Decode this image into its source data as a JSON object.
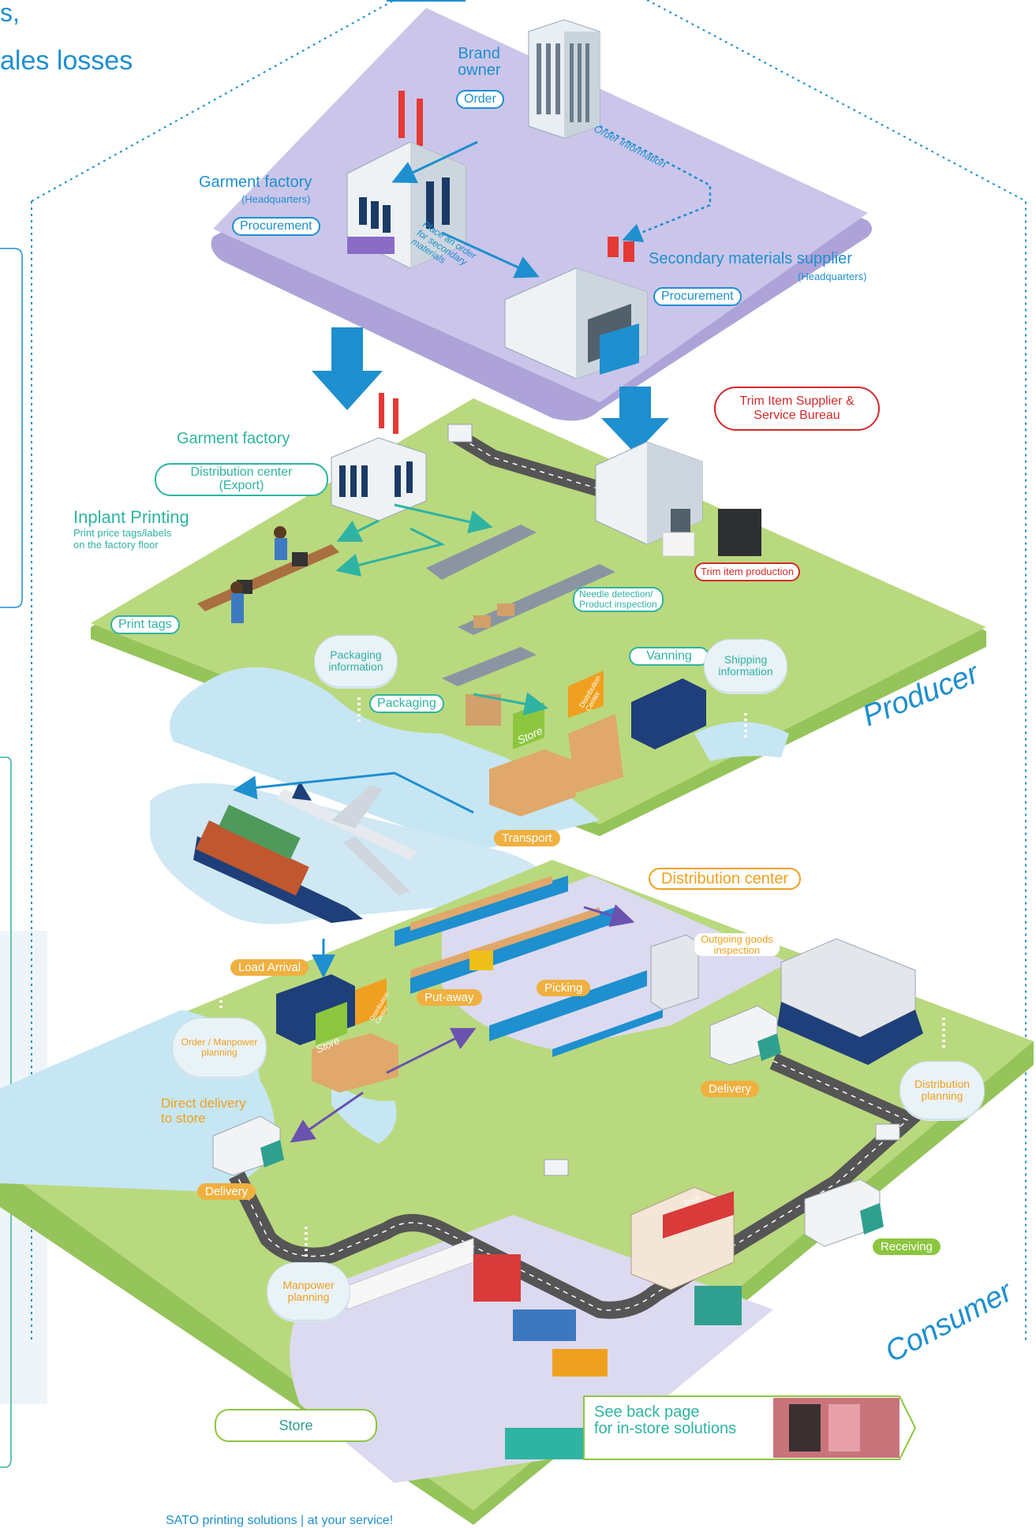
{
  "header": {
    "line1": "s,",
    "line2": "ales losses"
  },
  "top_tier": {
    "brand_owner": "Brand\nowner",
    "order": "Order",
    "order_information": "Order information",
    "garment_factory_hq": "Garment factory",
    "headquarters1": "(Headquarters)",
    "procurement1": "Procurement",
    "place_order": "Place an order\nfor secondary\nmaterials",
    "secondary_supplier": "Secondary materials supplier",
    "headquarters2": "(Headquarters)",
    "procurement2": "Procurement"
  },
  "producer": {
    "trim_supplier": "Trim Item Supplier &\nService Bureau",
    "garment_factory": "Garment factory",
    "distribution_center_export": "Distribution center\n(Export)",
    "inplant_printing": "Inplant Printing",
    "inplant_desc": "Print price tags/labels\non the factory floor",
    "trim_production": "Trim item production",
    "needle_detection": "Needle detection/\nProduct inspection",
    "print_tags": "Print tags",
    "packaging_information": "Packaging\ninformation",
    "vanning": "Vanning",
    "shipping_information": "Shipping\ninformation",
    "packaging": "Packaging",
    "store_box": "Store",
    "distribution_box": "Distribution\nCenter",
    "tier_label": "Producer"
  },
  "transport": {
    "label": "Transport"
  },
  "consumer": {
    "distribution_center": "Distribution center",
    "outgoing_inspection": "Outgoing goods\ninspection",
    "load_arrival": "Load Arrival",
    "put_away": "Put-away",
    "picking": "Picking",
    "order_manpower": "Order / Manpower\nplanning",
    "delivery1": "Delivery",
    "distribution_planning": "Distribution\nplanning",
    "direct_delivery": "Direct delivery\nto store",
    "delivery2": "Delivery",
    "receiving": "Receiving",
    "manpower_planning": "Manpower\nplanning",
    "shop_sign": "SHOP",
    "tier_label": "Consumer",
    "store": "Store",
    "back_page": "See back page\nfor in-store solutions"
  },
  "footer": {
    "text": "SATO printing solutions | at your service!"
  },
  "colors": {
    "producer_plate": "#b9d97e",
    "consumer_plate": "#b9d97e",
    "top_plate": "#c9c2e6",
    "water": "#c6e6f3",
    "accent_blue": "#1e8fcf",
    "accent_teal": "#2fb3a2",
    "accent_orange": "#f0a020",
    "accent_red": "#d22b2b"
  }
}
